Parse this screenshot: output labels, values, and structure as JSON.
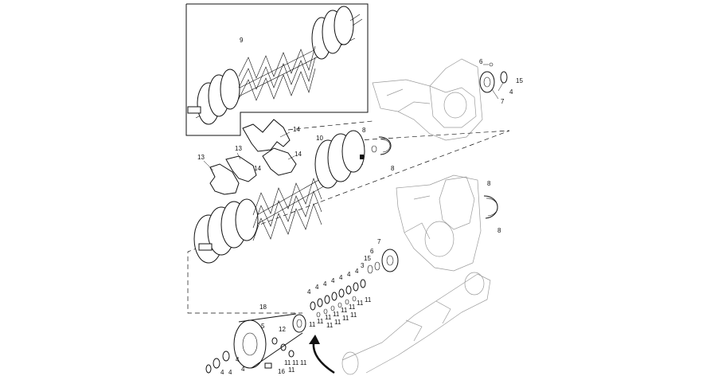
{
  "diagram": {
    "callouts": [
      "9",
      "6",
      "15",
      "4",
      "7",
      "8",
      "8",
      "14",
      "10",
      "13",
      "13",
      "14",
      "14",
      "8",
      "8",
      "7",
      "6",
      "15",
      "3",
      "4",
      "4",
      "4",
      "4",
      "4",
      "4",
      "4",
      "11",
      "11",
      "11",
      "11",
      "11",
      "11",
      "11",
      "11",
      "11",
      "11",
      "11",
      "11",
      "18",
      "5",
      "12",
      "4",
      "4",
      "16",
      "4",
      "4",
      "11",
      "11",
      "11",
      "11"
    ]
  }
}
